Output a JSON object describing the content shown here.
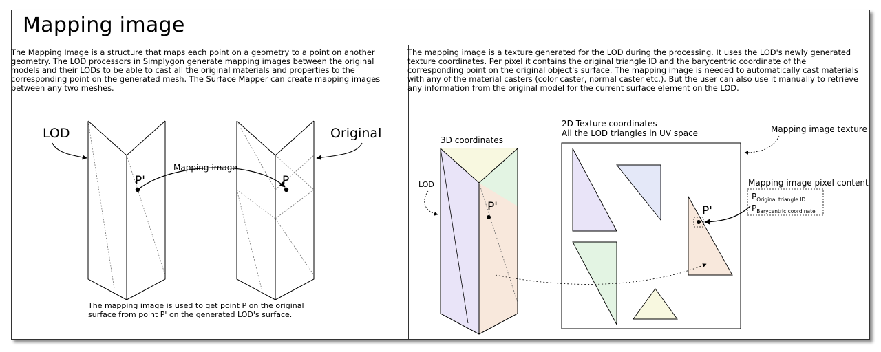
{
  "title": "Mapping image",
  "left": {
    "description": "The Mapping Image is a structure that maps each point on a geometry to a point on another geometry. The LOD processors in Simplygon generate mapping images between the original models and their LODs to be able to cast all the original materials and properties to the corresponding point on the generated mesh. The Surface Mapper can create mapping images between any two meshes.",
    "lod_label": "LOD",
    "original_label": "Original",
    "mapping_label": "Mapping image",
    "p_prime_label": "P'",
    "p_label": "P",
    "caption": "The mapping image is used to get point P on the original surface from point P' on the generated LOD's surface."
  },
  "right": {
    "description": "The mapping image is a texture generated for the LOD during the processing. It uses the LOD's newly generated texture coordinates. Per pixel it contains the original triangle ID and the barycentric coordinate of the corresponding point on the original object's surface. The mapping image is needed to automatically cast materials with any of the material casters (color caster, normal caster etc.). But the user can also use it manually to retrieve any information from the original model for the current surface element on the LOD.",
    "coords3d_label": "3D coordinates",
    "tex_title": "2D Texture coordinates",
    "tex_subtitle": "All the LOD triangles in UV space",
    "mapping_texture_label": "Mapping image texture",
    "lod_label": "LOD",
    "pixel_content_label": "Mapping image pixel content",
    "p_symbol": "P",
    "sub_triangle_id": "Original triangle ID",
    "sub_barycentric": "Barycentric coordinate",
    "p_prime_3d": "P'",
    "p_prime_uv": "P'"
  },
  "colors": {
    "purple": "#e9e4f8",
    "green": "#e3f4e3",
    "yellow": "#f8f8e0",
    "peach": "#f8e8dc",
    "blue": "#e4e8f8"
  }
}
